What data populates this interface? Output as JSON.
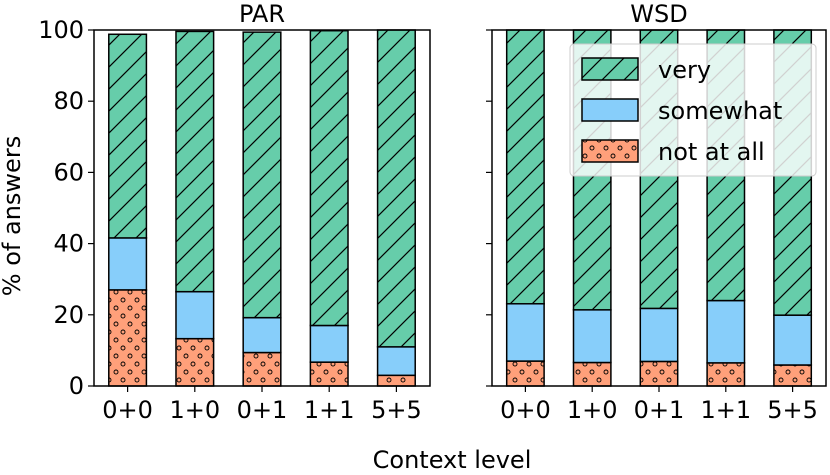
{
  "figure": {
    "xlabel": "Context level",
    "ylabel": "% of answers"
  },
  "chart_data": [
    {
      "type": "bar",
      "stacked": true,
      "title": "PAR",
      "categories": [
        "0+0",
        "1+0",
        "0+1",
        "1+1",
        "5+5"
      ],
      "ylim": [
        0,
        100
      ],
      "yticks": [
        0,
        20,
        40,
        60,
        80,
        100
      ],
      "grid": false,
      "series": [
        {
          "name": "not at all",
          "values": [
            27,
            13.3,
            9.4,
            6.7,
            3
          ]
        },
        {
          "name": "somewhat",
          "values": [
            14.6,
            13.2,
            9.8,
            10.3,
            8
          ]
        },
        {
          "name": "very",
          "values": [
            57.2,
            73.1,
            80.2,
            82.8,
            89
          ]
        }
      ]
    },
    {
      "type": "bar",
      "stacked": true,
      "title": "WSD",
      "categories": [
        "0+0",
        "1+0",
        "0+1",
        "1+1",
        "5+5"
      ],
      "ylim": [
        0,
        100
      ],
      "yticks": [
        0,
        20,
        40,
        60,
        80,
        100
      ],
      "grid": false,
      "legend": "top-right",
      "series": [
        {
          "name": "not at all",
          "values": [
            7,
            6.6,
            6.9,
            6.5,
            5.9
          ]
        },
        {
          "name": "somewhat",
          "values": [
            16.1,
            14.8,
            14.9,
            17.5,
            14
          ]
        },
        {
          "name": "very",
          "values": [
            76.9,
            78.6,
            78.2,
            76,
            80.1
          ]
        }
      ]
    }
  ],
  "colors": {
    "very": "#66cdaa",
    "somewhat": "#87cefa",
    "not at all": "#ffa07a"
  },
  "legend_order": [
    "very",
    "somewhat",
    "not at all"
  ]
}
